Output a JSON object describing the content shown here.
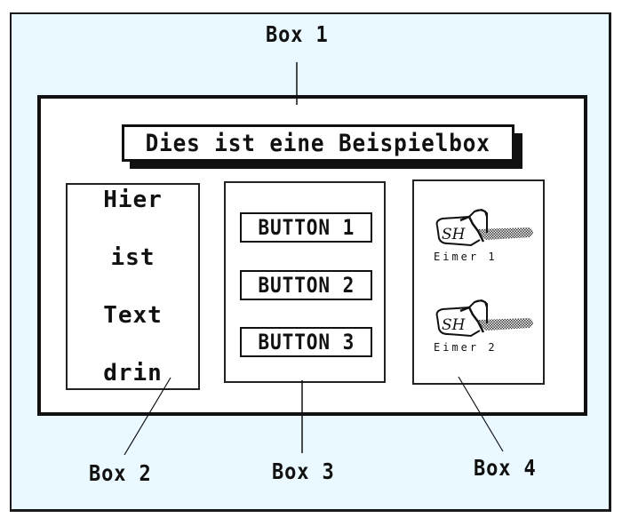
{
  "diagram": {
    "labels": {
      "box1": "Box 1",
      "box2": "Box 2",
      "box3": "Box 3",
      "box4": "Box 4"
    },
    "title_box": {
      "text": "Dies ist eine Beispielbox"
    },
    "box2": {
      "words": [
        "Hier",
        "ist",
        "Text",
        "drin"
      ]
    },
    "box3": {
      "buttons": [
        "BUTTON 1",
        "BUTTON 2",
        "BUTTON 3"
      ]
    },
    "box4": {
      "items": [
        {
          "icon": "bucket-icon",
          "icon_text": "SH",
          "label": "Eimer 1"
        },
        {
          "icon": "bucket-icon",
          "icon_text": "SH",
          "label": "Eimer 2"
        }
      ]
    },
    "colors": {
      "background": "#eaf9ff",
      "border": "#111111",
      "box_fill": "#ffffff"
    }
  }
}
